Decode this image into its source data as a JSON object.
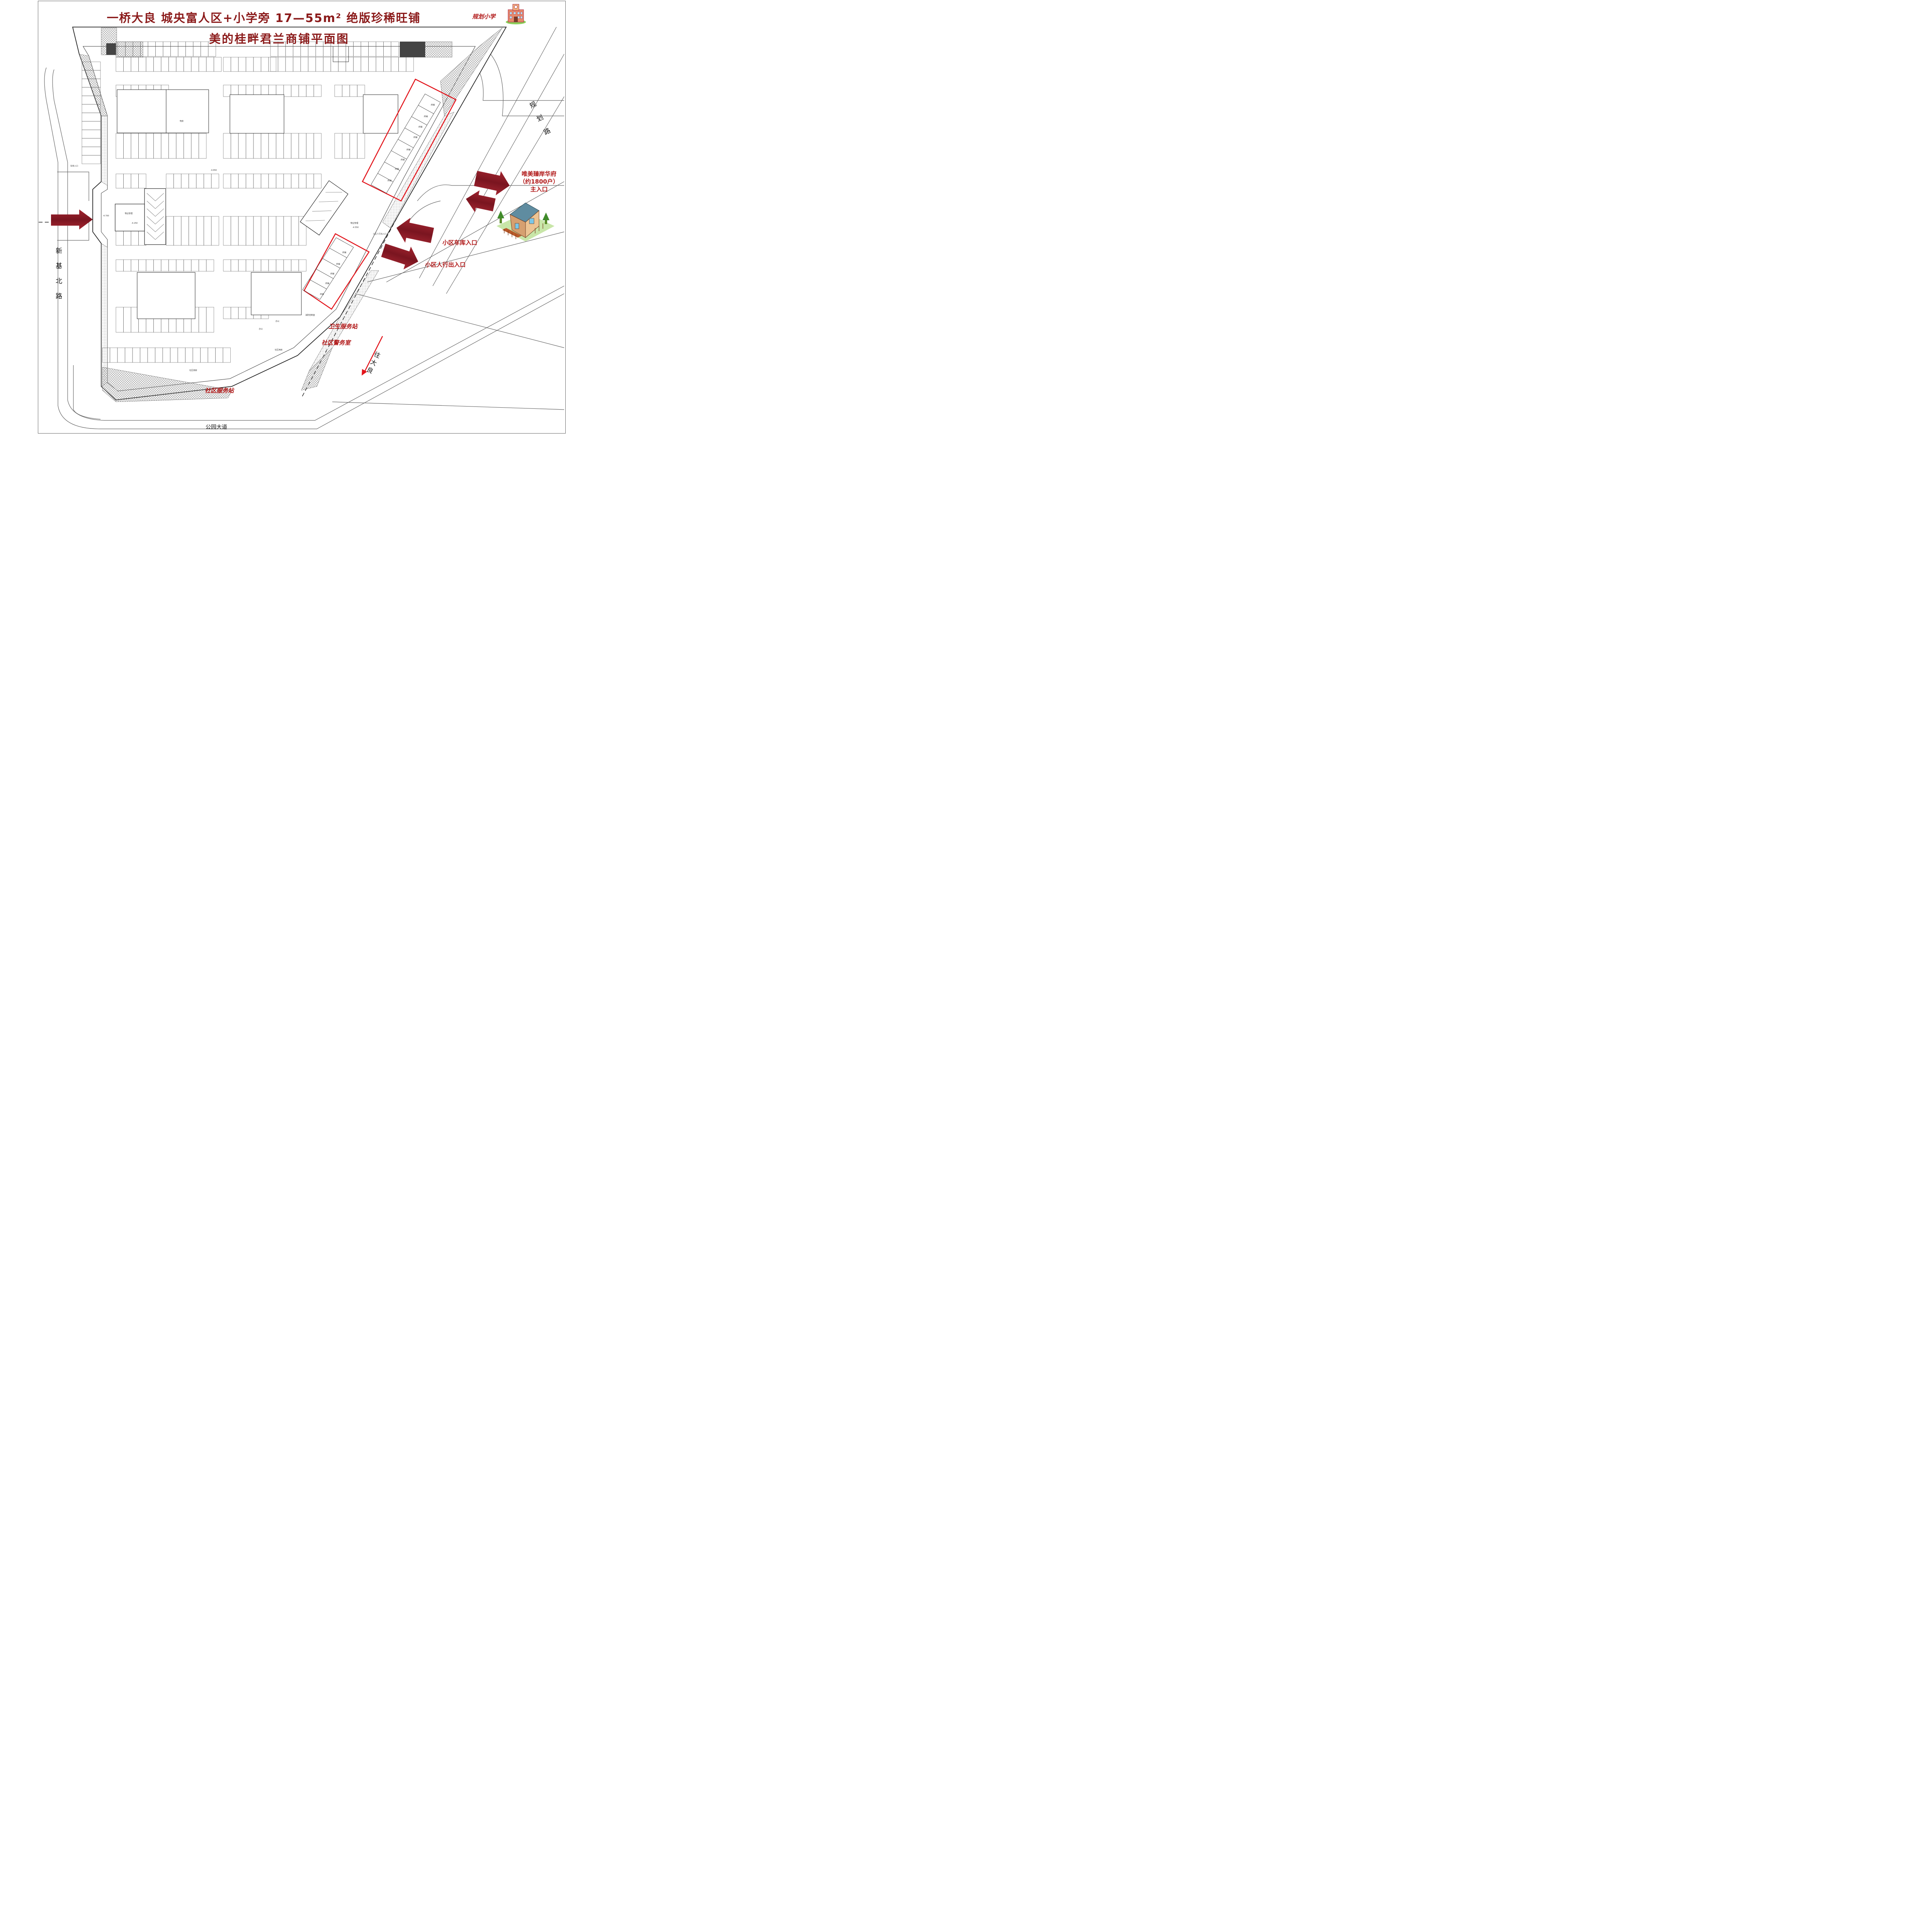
{
  "title": {
    "main": "一桥大良   城央富人区+小学旁   17—55m² 绝版珍稀旺铺",
    "sub": "美的桂畔君兰商铺平面图"
  },
  "school": {
    "label": "规划小学",
    "icon": "school-building-icon"
  },
  "roads": {
    "east": "规划路",
    "west": "新基北路",
    "south": "公园大道",
    "southeast": "往大良"
  },
  "annotations": {
    "neighbor": "唯美臻岸华府",
    "neighbor_units": "（约1800户）",
    "neighbor_gate": "主入口",
    "garage_entrance": "小区车库入口",
    "pedestrian_entrance": "小区人行出入口",
    "health_station": "卫生服务站",
    "police_room": "社区警务室",
    "service_station": "社区服务站"
  },
  "shops_upper": [
    "商铺",
    "商铺",
    "商铺",
    "商铺",
    "商铺",
    "商铺",
    "商铺",
    "商铺"
  ],
  "shops_lower": [
    "商铺",
    "商铺",
    "商铺",
    "商铺",
    "商铺"
  ],
  "interior_labels": {
    "property": "物业管理",
    "office": "办公",
    "community_room": "社区用房",
    "power_room": "电房",
    "fire_room": "消防控制室",
    "elevation_a": "-4.650",
    "elevation_b": "-4.700",
    "elevation_c": "-4.550",
    "elevation_d": "-4.250",
    "vehicle_entry": "车库入口",
    "pedestrian_gate": "小区人行出入口"
  },
  "colors": {
    "accent_red": "#b01616",
    "title_red": "#8b1a1a",
    "arrow_red": "#8e1b24",
    "highlight_box": "#e2141b",
    "plan_line": "#333333",
    "hatch": "#777777"
  }
}
